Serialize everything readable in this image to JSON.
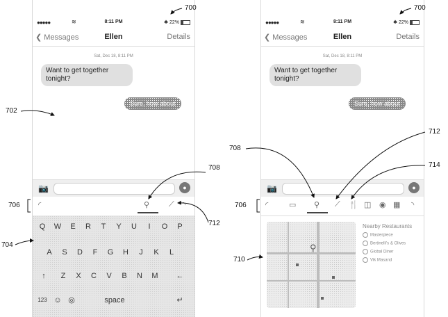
{
  "refs": {
    "r700a": "700",
    "r700b": "700",
    "r702": "702",
    "r704": "704",
    "r706a": "706",
    "r706b": "706",
    "r708a": "708",
    "r708b": "708",
    "r710": "710",
    "r712a": "712",
    "r712b": "712",
    "r714": "714"
  },
  "phone": {
    "time": "8:11 PM",
    "battery": "22%",
    "back": "Messages",
    "title": "Ellen",
    "details": "Details",
    "stamp": "Sat, Dec 18, 8:11 PM",
    "incoming": "Want to get together tonight?",
    "outgoing": "Sure, how about"
  },
  "keyboard": {
    "row1": [
      "Q",
      "W",
      "E",
      "R",
      "T",
      "Y",
      "U",
      "I",
      "O",
      "P"
    ],
    "row2": [
      "A",
      "S",
      "D",
      "F",
      "G",
      "H",
      "J",
      "K",
      "L"
    ],
    "row3": [
      "Z",
      "X",
      "C",
      "V",
      "B",
      "N",
      "M"
    ],
    "num_label": "123",
    "space_label": "space"
  },
  "nearby": {
    "header": "Nearby Restaurants",
    "items": [
      "Masterpiece",
      "Bertinelli's & Olives",
      "Global Diner",
      "Vik Masand"
    ]
  },
  "colors": {
    "outgoing_bubble": "#8a8a8a",
    "incoming_bubble": "#e0e0e0",
    "keyboard": "#e6e6e6"
  }
}
